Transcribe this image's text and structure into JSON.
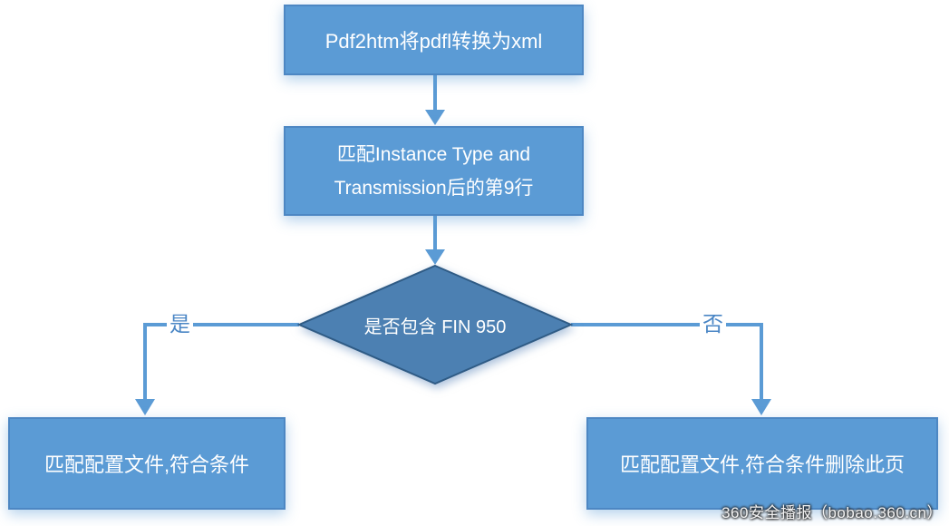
{
  "flowchart": {
    "node_start": {
      "label": "Pdf2htm将pdfl转换为xml"
    },
    "node_process": {
      "lines": [
        "匹配Instance Type and",
        "Transmission后的第9行"
      ]
    },
    "node_decision": {
      "label": "是否包含 FIN 950"
    },
    "node_yes_result": {
      "label": "匹配配置文件,符合条件"
    },
    "node_no_result": {
      "label": "匹配配置文件,符合条件删除此页"
    },
    "edge_labels": {
      "yes": "是",
      "no": "否"
    },
    "colors": {
      "box_fill": "#5b9bd5",
      "box_border": "#4d87c3",
      "diamond_fill": "#4c80b2",
      "diamond_border": "#2f5b85",
      "connector": "#5b9bd5",
      "edge_label_text": "#4a86c5",
      "node_text": "#ffffff"
    }
  },
  "watermark": {
    "text": "360安全播报（bobao.360.cn）"
  }
}
